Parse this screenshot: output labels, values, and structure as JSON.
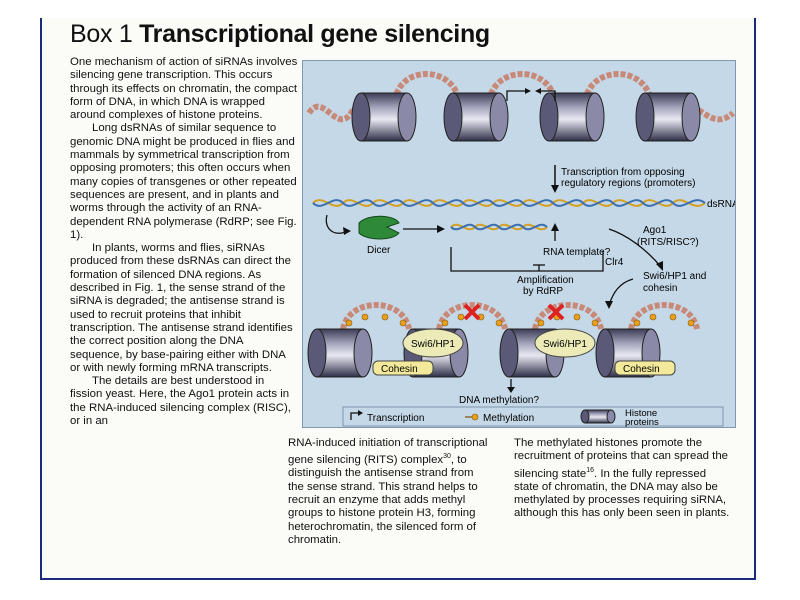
{
  "title": {
    "box": "Box 1 ",
    "main": "Transcriptional gene silencing"
  },
  "left_paragraphs": [
    "One mechanism of action of siRNAs involves silencing gene transcription. This occurs through its effects on chromatin, the compact form of DNA, in which DNA is wrapped around complexes of histone proteins.",
    "Long dsRNAs of similar sequence to genomic DNA might be produced in flies and mammals by symmetrical transcription from opposing promoters; this often occurs when many copies of transgenes or other repeated sequences are present, and in plants and worms through the activity of an RNA-dependent RNA polymerase (RdRP; see Fig. 1).",
    "In plants, worms and flies, siRNAs produced from these dsRNAs can direct the formation of silenced DNA regions. As described in Fig. 1, the sense strand of the siRNA is degraded; the antisense strand is used to recruit proteins that inhibit transcription. The antisense strand identifies the correct position along the DNA sequence, by base-pairing either with DNA or with newly forming mRNA transcripts.",
    "The details are best understood in fission yeast. Here, the Ago1 protein acts in the RNA-induced silencing complex (RISC), or in an"
  ],
  "mid_text_before": "RNA-induced initiation of transcriptional gene silencing (RITS) complex",
  "mid_superscript": "30",
  "mid_text_after": ", to distinguish the antisense strand from the sense strand. This strand helps to recruit an enzyme that adds methyl groups to histone protein H3, forming heterochromatin, the silenced form of chromatin.",
  "right_text_before": "The methylated histones promote the recruitment of proteins that can spread the silencing state",
  "right_superscript": "16",
  "right_text_after": ". In the fully repressed state of chromatin, the DNA may also be methylated by processes requiring siRNA, although this has only been seen in plants.",
  "figure": {
    "labels": {
      "transcription_opposing": [
        "Transcription from opposing",
        "regulatory regions (promoters)"
      ],
      "dsrna": "dsRNA",
      "dicer": "Dicer",
      "ago1": [
        "Ago1",
        "(RITS/RISC?)"
      ],
      "rna_template": "RNA template?",
      "clr4": "Clr4",
      "amplification": [
        "Amplification",
        "by RdRP"
      ],
      "swi6_cohesin": [
        "Swi6/HP1 and",
        "cohesin"
      ],
      "swi6_left": "Swi6/HP1",
      "swi6_right": "Swi6/HP1",
      "cohesin_left": "Cohesin",
      "cohesin_right": "Cohesin",
      "dna_methylation": "DNA methylation?"
    },
    "legend": {
      "transcription": "Transcription",
      "methylation": "Methylation",
      "histone": [
        "Histone",
        "proteins"
      ]
    }
  }
}
